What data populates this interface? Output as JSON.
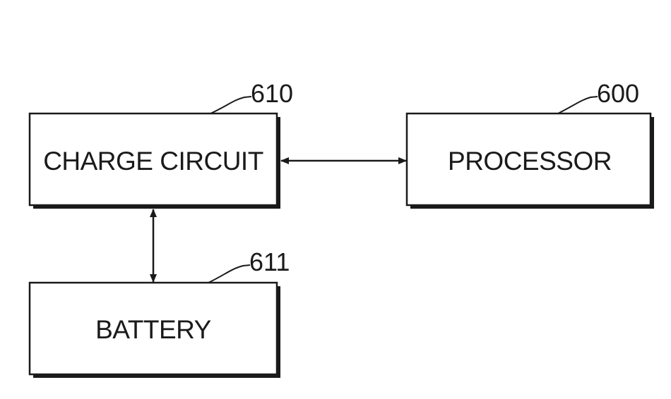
{
  "colors": {
    "ink": "#1a1a1a",
    "background": "#ffffff"
  },
  "blocks": {
    "charge_circuit": {
      "label": "CHARGE CIRCUIT",
      "ref": "610"
    },
    "processor": {
      "label": "PROCESSOR",
      "ref": "600"
    },
    "battery": {
      "label": "BATTERY",
      "ref": "611"
    }
  },
  "connections": [
    {
      "from": "charge_circuit",
      "to": "processor",
      "direction": "bidirectional"
    },
    {
      "from": "charge_circuit",
      "to": "battery",
      "direction": "bidirectional"
    }
  ]
}
